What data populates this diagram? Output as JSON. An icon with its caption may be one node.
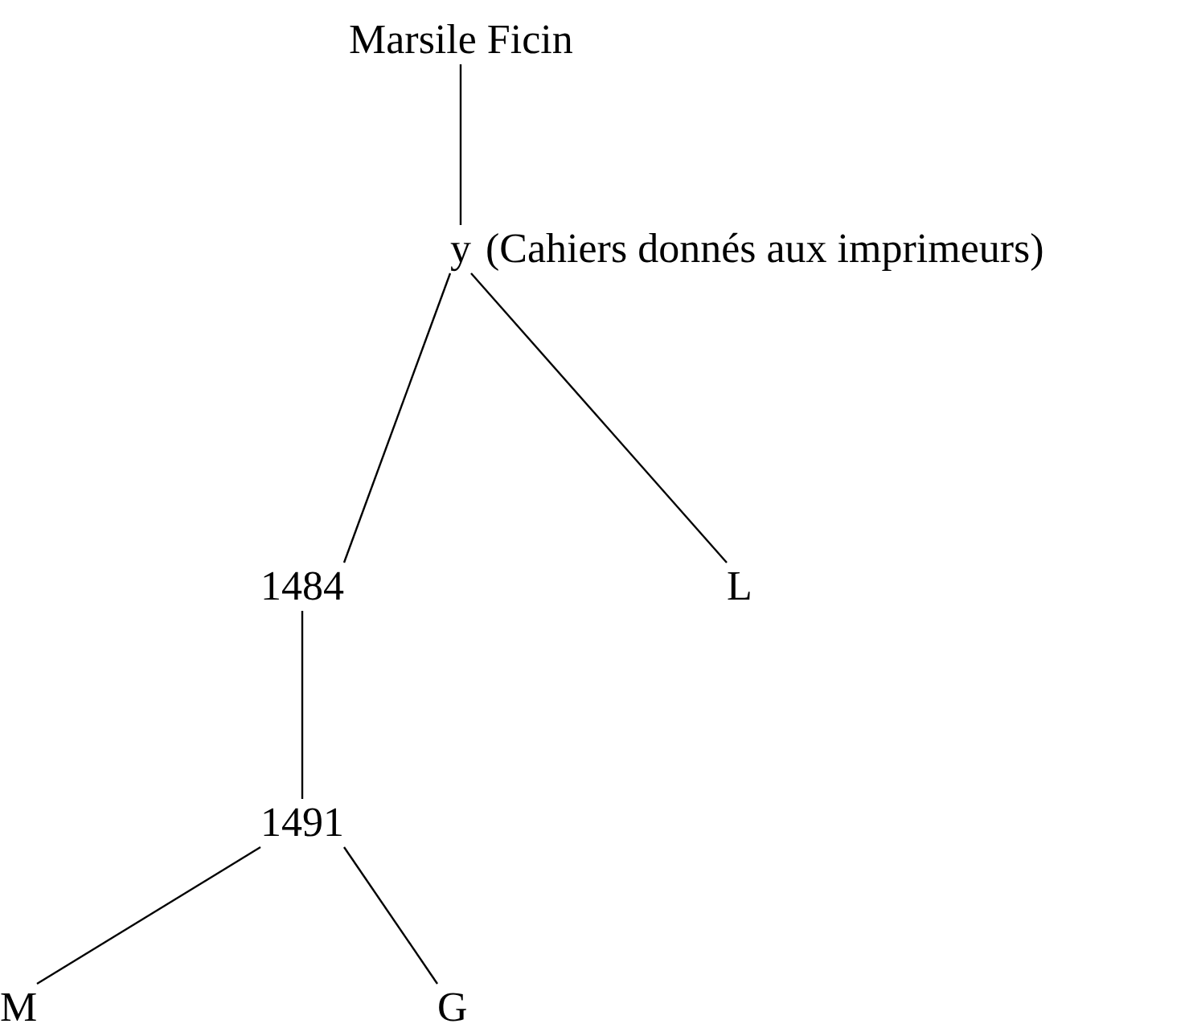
{
  "diagram": {
    "nodes": [
      {
        "text": [
          "Marsile Ficin"
        ]
      },
      {
        "text": [
          "y"
        ],
        "beside": [
          "(Cahiers donnés aux imprimeurs)"
        ]
      },
      {
        "text": [
          "1484"
        ]
      },
      {
        "text": [
          "L"
        ]
      },
      {
        "text": [
          "1491"
        ]
      },
      {
        "text": [
          "M"
        ]
      },
      {
        "text": [
          "G"
        ]
      }
    ],
    "edges": [
      {
        "from": 0,
        "to": 1,
        "arrow": "none"
      },
      {
        "from": 1,
        "to": 2,
        "arrow": "none"
      },
      {
        "from": 1,
        "to": 3,
        "arrow": "none"
      },
      {
        "from": 2,
        "to": 4,
        "arrow": "none"
      },
      {
        "from": 4,
        "to": 5,
        "arrow": "none"
      },
      {
        "from": 4,
        "to": 6,
        "arrow": "none"
      }
    ]
  }
}
